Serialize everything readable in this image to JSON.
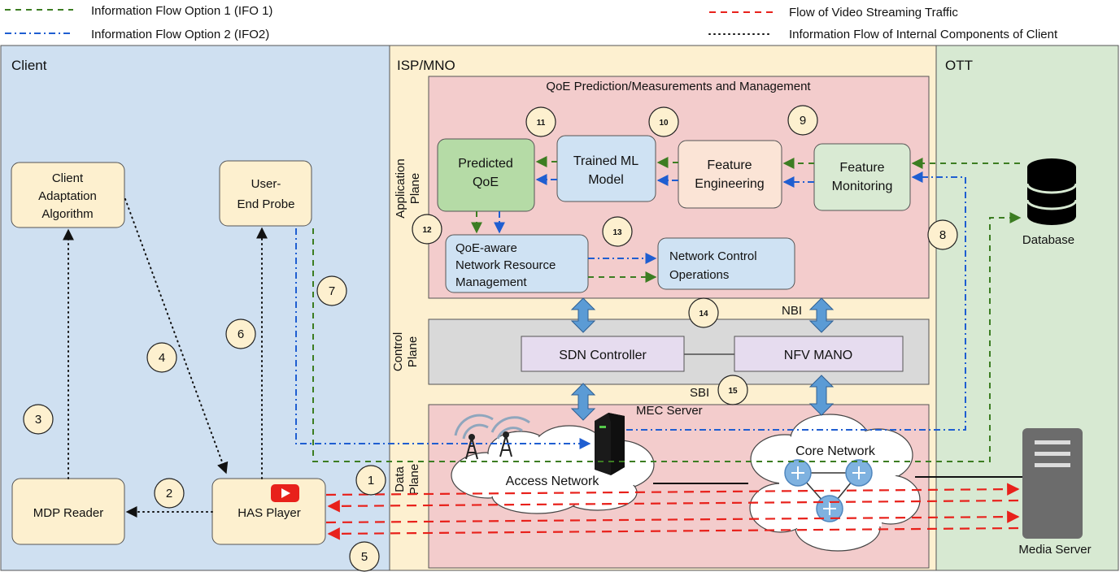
{
  "legend": {
    "ifo1": "Information Flow Option 1 (IFO 1)",
    "ifo2": "Information Flow Option 2 (IFO2)",
    "video": "Flow of Video Streaming Traffic",
    "internal": "Information Flow of Internal Components of Client"
  },
  "regions": {
    "client": "Client",
    "isp": "ISP/MNO",
    "ott": "OTT",
    "qoe_box": "QoE Prediction/Measurements and Management",
    "application_plane": [
      "Application",
      "Plane"
    ],
    "control_plane": [
      "Control",
      "Plane"
    ],
    "data_plane": [
      "Data",
      "Plane"
    ]
  },
  "nodes": {
    "client_adaptation": [
      "Client",
      "Adaptation",
      "Algorithm"
    ],
    "user_end_probe": [
      "User-",
      "End Probe"
    ],
    "mdp_reader": "MDP Reader",
    "has_player": "HAS Player",
    "predicted_qoe": [
      "Predicted",
      "QoE"
    ],
    "trained_ml": [
      "Trained ML",
      "Model"
    ],
    "feature_engineering": [
      "Feature",
      "Engineering"
    ],
    "feature_monitoring": [
      "Feature",
      "Monitoring"
    ],
    "qoe_aware_nrm": [
      "QoE-aware",
      "Network Resource",
      "Management"
    ],
    "network_control_ops": [
      "Network Control",
      "Operations"
    ],
    "sdn_controller": "SDN Controller",
    "nfv_mano": "NFV MANO",
    "database": "Database",
    "media_server": "Media Server",
    "access_network": "Access Network",
    "core_network": "Core Network",
    "mec_server": "MEC Server"
  },
  "interfaces": {
    "nbi": "NBI",
    "sbi": "SBI"
  },
  "steps": [
    "1",
    "2",
    "3",
    "4",
    "5",
    "6",
    "7",
    "8",
    "9",
    "10",
    "11",
    "12",
    "13",
    "14",
    "15"
  ],
  "colors": {
    "client_bg": "#cfe0f1",
    "isp_bg": "#fdf0d0",
    "ott_bg": "#d7e9d2",
    "qoe_bg": "#f3cccc",
    "control_bg": "#d9d9d9",
    "data_bg": "#f3cccc",
    "node_yellow": "#fdf0cf",
    "node_green": "#b5dba6",
    "node_blue": "#cfe2f3",
    "node_peach": "#fbe4d6",
    "node_green_light": "#d9ead3",
    "node_purple": "#e6dcef",
    "ifo1": "#3c7d22",
    "ifo2": "#1f5ed1",
    "video": "#e8211b",
    "youtube": "#e8211b",
    "arrow_blue": "#5b9bd5"
  }
}
